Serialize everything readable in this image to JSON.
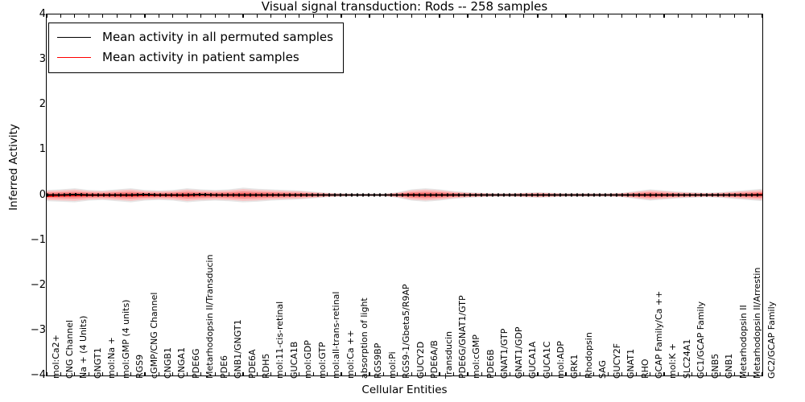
{
  "chart_data": {
    "type": "line",
    "title": "Visual signal transduction: Rods -- 258 samples",
    "xlabel": "Cellular Entities",
    "ylabel": "Inferred Activity",
    "ylim": [
      -4,
      4
    ],
    "yticks": [
      -4,
      -3,
      -2,
      -1,
      0,
      1,
      2,
      3,
      4
    ],
    "ytick_labels": [
      "-4",
      "-3",
      "-2",
      "-1",
      "0",
      "1",
      "2",
      "3",
      "4"
    ],
    "grid": false,
    "legend_position": "upper left",
    "legend": [
      {
        "label": "Mean activity in all permuted samples",
        "color": "#000000"
      },
      {
        "label": "Mean activity in patient samples",
        "color": "#ff0000"
      }
    ],
    "categories": [
      "mol:Ca2+",
      "CNG Channel",
      "Na + (4 Units)",
      "GNGT1",
      "mol:Na +",
      "mol:GMP (4 units)",
      "RGS9",
      "cGMP/CNG Channel",
      "CNGB1",
      "CNGA1",
      "PDE6G",
      "Metarhodopsin II/Transducin",
      "PDE6",
      "GNB1/GNGT1",
      "PDE6A",
      "RDH5",
      "mol:11-cis-retinal",
      "GUCA1B",
      "mol:GDP",
      "mol:GTP",
      "mol:all-trans-retinal",
      "mol:Ca ++",
      "absorption of light",
      "RGS9BP",
      "mol:Pi",
      "RGS9-1/Gbeta5/R9AP",
      "GUCY2D",
      "PDE6A/B",
      "Transducin",
      "PDE6G/GNAT1/GTP",
      "mol:cGMP",
      "PDE6B",
      "GNAT1/GTP",
      "GNAT1/GDP",
      "GUCA1A",
      "GUCA1C",
      "mol:ADP",
      "GRK1",
      "Rhodopsin",
      "SAG",
      "GUCY2F",
      "GNAT1",
      "RHO",
      "GCAP Family/Ca ++",
      "mol:K +",
      "SLC24A1",
      "GC1/GCAP Family",
      "GNB5",
      "GNB1",
      "Metarhodopsin II",
      "Metarhodopsin II/Arrestin",
      "GC2/GCAP Family"
    ],
    "series": [
      {
        "name": "Mean activity in all permuted samples",
        "color": "#000000",
        "band_color": "#c8c8c8",
        "values": [
          0.0,
          0.0,
          0.01,
          0.0,
          0.0,
          0.0,
          0.0,
          0.01,
          0.0,
          0.0,
          0.0,
          0.01,
          0.0,
          0.0,
          0.0,
          0.0,
          0.0,
          0.0,
          0.0,
          0.0,
          0.0,
          0.0,
          0.0,
          0.0,
          0.0,
          0.0,
          0.0,
          0.0,
          0.0,
          0.0,
          0.0,
          0.0,
          0.0,
          0.0,
          0.0,
          0.0,
          0.0,
          0.0,
          0.0,
          0.0,
          0.0,
          0.0,
          0.0,
          0.0,
          0.0,
          0.0,
          0.0,
          0.0,
          0.0,
          0.0,
          0.0,
          0.0
        ],
        "band_upper": [
          0.035,
          0.035,
          0.03,
          0.03,
          0.03,
          0.03,
          0.03,
          0.03,
          0.03,
          0.03,
          0.03,
          0.03,
          0.03,
          0.03,
          0.03,
          0.03,
          0.025,
          0.02,
          0.02,
          0.02,
          0.02,
          0.02,
          0.02,
          0.025,
          0.03,
          0.03,
          0.03,
          0.03,
          0.03,
          0.03,
          0.03,
          0.03,
          0.03,
          0.03,
          0.03,
          0.03,
          0.03,
          0.03,
          0.03,
          0.03,
          0.03,
          0.03,
          0.03,
          0.03,
          0.03,
          0.03,
          0.03,
          0.03,
          0.03,
          0.03,
          0.03,
          0.035
        ],
        "band_lower": [
          -0.035,
          -0.035,
          -0.03,
          -0.03,
          -0.03,
          -0.03,
          -0.03,
          -0.03,
          -0.03,
          -0.03,
          -0.03,
          -0.03,
          -0.03,
          -0.03,
          -0.03,
          -0.03,
          -0.025,
          -0.02,
          -0.02,
          -0.02,
          -0.02,
          -0.02,
          -0.02,
          -0.025,
          -0.03,
          -0.03,
          -0.03,
          -0.03,
          -0.03,
          -0.03,
          -0.03,
          -0.03,
          -0.03,
          -0.03,
          -0.03,
          -0.03,
          -0.03,
          -0.03,
          -0.03,
          -0.03,
          -0.03,
          -0.03,
          -0.03,
          -0.03,
          -0.03,
          -0.03,
          -0.03,
          -0.03,
          -0.03,
          -0.03,
          -0.03,
          -0.035
        ]
      },
      {
        "name": "Mean activity in patient samples",
        "color": "#ff0000",
        "band_color": "#ffb3b3",
        "values": [
          -0.03,
          -0.02,
          -0.01,
          -0.01,
          -0.01,
          -0.01,
          -0.01,
          -0.01,
          -0.01,
          -0.01,
          -0.01,
          0.0,
          0.0,
          0.0,
          0.0,
          0.0,
          0.0,
          0.0,
          0.0,
          0.0,
          0.0,
          0.0,
          0.0,
          0.0,
          0.0,
          0.0,
          0.01,
          0.0,
          0.0,
          0.0,
          0.0,
          0.0,
          0.0,
          0.0,
          0.0,
          0.0,
          0.0,
          0.0,
          0.0,
          0.0,
          0.0,
          0.0,
          0.0,
          0.0,
          0.0,
          0.0,
          0.0,
          0.0,
          0.0,
          0.0,
          0.0,
          0.02
        ],
        "band_upper": [
          0.09,
          0.1,
          0.12,
          0.09,
          0.08,
          0.1,
          0.12,
          0.09,
          0.08,
          0.09,
          0.12,
          0.1,
          0.09,
          0.1,
          0.13,
          0.11,
          0.1,
          0.09,
          0.08,
          0.06,
          0.04,
          0.03,
          0.02,
          0.02,
          0.02,
          0.05,
          0.1,
          0.12,
          0.1,
          0.07,
          0.05,
          0.04,
          0.03,
          0.03,
          0.04,
          0.05,
          0.04,
          0.03,
          0.03,
          0.03,
          0.03,
          0.04,
          0.07,
          0.1,
          0.08,
          0.06,
          0.05,
          0.04,
          0.05,
          0.07,
          0.09,
          0.11
        ],
        "band_lower": [
          -0.11,
          -0.12,
          -0.13,
          -0.1,
          -0.09,
          -0.11,
          -0.13,
          -0.1,
          -0.09,
          -0.1,
          -0.13,
          -0.11,
          -0.1,
          -0.11,
          -0.13,
          -0.12,
          -0.1,
          -0.09,
          -0.08,
          -0.06,
          -0.04,
          -0.03,
          -0.02,
          -0.02,
          -0.02,
          -0.05,
          -0.1,
          -0.12,
          -0.1,
          -0.07,
          -0.05,
          -0.04,
          -0.03,
          -0.03,
          -0.04,
          -0.05,
          -0.04,
          -0.03,
          -0.03,
          -0.03,
          -0.03,
          -0.04,
          -0.07,
          -0.1,
          -0.08,
          -0.06,
          -0.05,
          -0.04,
          -0.05,
          -0.07,
          -0.09,
          -0.11
        ]
      }
    ]
  }
}
